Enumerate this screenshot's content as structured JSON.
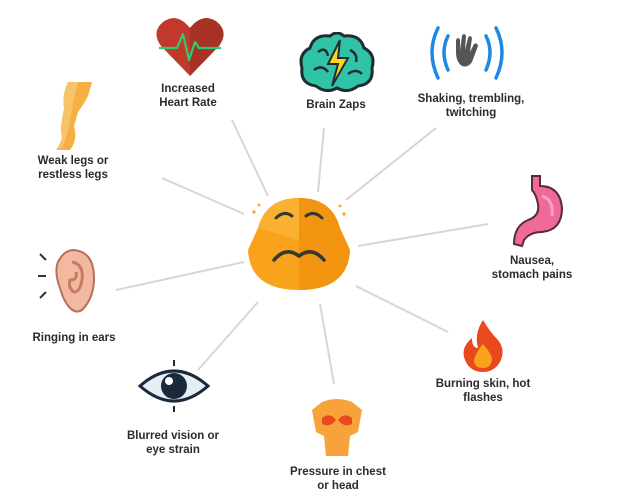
{
  "center": {
    "icon": "worried-face-icon"
  },
  "symptoms": [
    {
      "id": "heart",
      "label": "Increased\nHeart Rate",
      "icon": "heart-pulse-icon"
    },
    {
      "id": "brain",
      "label": "Brain Zaps",
      "icon": "brain-zap-icon"
    },
    {
      "id": "shaking",
      "label": "Shaking, trembling,\ntwitching",
      "icon": "shaking-hand-icon"
    },
    {
      "id": "nausea",
      "label": "Nausea,\nstomach pains",
      "icon": "stomach-icon"
    },
    {
      "id": "burning",
      "label": "Burning skin, hot\nflashes",
      "icon": "flame-icon"
    },
    {
      "id": "pressure",
      "label": "Pressure in chest\nor head",
      "icon": "torso-icon"
    },
    {
      "id": "vision",
      "label": "Blurred vision or\neye strain",
      "icon": "eye-icon"
    },
    {
      "id": "ears",
      "label": "Ringing in ears",
      "icon": "ear-icon"
    },
    {
      "id": "legs",
      "label": "Weak legs or\nrestless legs",
      "icon": "leg-icon"
    }
  ],
  "colors": {
    "line": "#d6d6d6",
    "face": "#f9a21b",
    "face_dark": "#ef8a0a",
    "heart": "#c0392b",
    "brain": "#2ec4a5",
    "stomach": "#ef6a9a",
    "flame": "#e8491d",
    "torso": "#f7a23b",
    "eye": "#1b2a3a",
    "ear": "#f2b8a0",
    "leg": "#f5b041",
    "wave": "#1e88e5"
  }
}
